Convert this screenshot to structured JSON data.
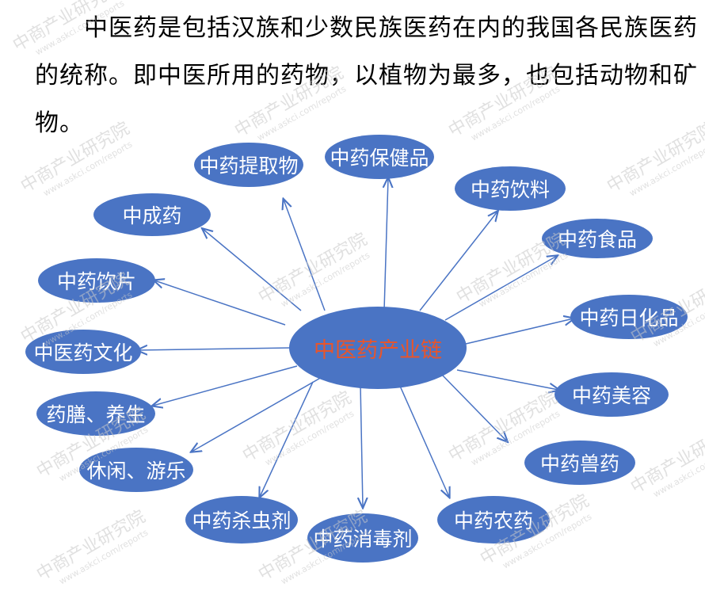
{
  "paragraph": {
    "text": "中医药是包括汉族和少数民族医药在内的我国各民族医药的统称。即中医所用的药物，以植物为最多，也包括动物和矿物。"
  },
  "diagram": {
    "center_label": "中医药产业链",
    "nodes": [
      "中药提取物",
      "中药保健品",
      "中药饮料",
      "中成药",
      "中药食品",
      "中药饮片",
      "中药日化品",
      "中医药文化",
      "中药美容",
      "药膳、养生",
      "休闲、游乐",
      "中药兽药",
      "中药杀虫剂",
      "中药消毒剂",
      "中药农药"
    ]
  },
  "colors": {
    "node_fill": "#4a74c4",
    "node_text": "#ffffff",
    "center_text": "#e8552b",
    "arrow": "#4a74c4"
  },
  "watermark": {
    "text": "中商产业研究院",
    "sub": "www.askci.com/reports"
  }
}
